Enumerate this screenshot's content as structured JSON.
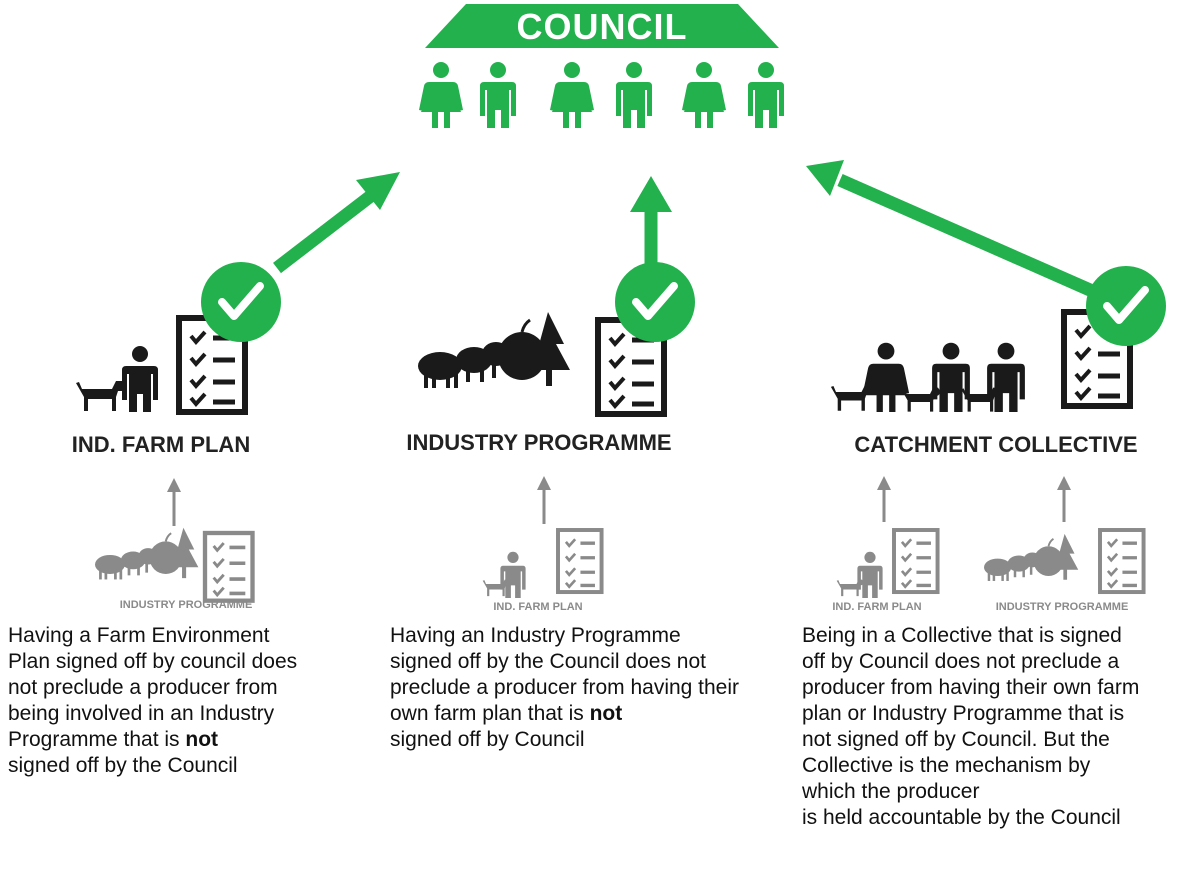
{
  "colors": {
    "green": "#22b14c",
    "dark": "#1a1a1a",
    "grey": "#8a8a8a"
  },
  "council": {
    "title": "COUNCIL",
    "icon": "people-group-icon"
  },
  "plans": [
    {
      "title": "IND. FARM PLAN",
      "sub_labels": [
        "INDUSTRY PROGRAMME"
      ]
    },
    {
      "title": "INDUSTRY PROGRAMME",
      "sub_labels": [
        "IND. FARM PLAN"
      ]
    },
    {
      "title": "CATCHMENT COLLECTIVE",
      "sub_labels": [
        "IND. FARM PLAN",
        "INDUSTRY PROGRAMME"
      ]
    }
  ],
  "descriptions": [
    {
      "a": "Having a Farm Environment Plan signed off by council does not preclude a producer from being involved in an Industry Programme that is ",
      "b": "not",
      "c": "signed off by the Council"
    },
    {
      "a": "Having an Industry Programme signed off by the Council does not preclude a producer from having their own farm plan that is ",
      "b": "not",
      "c": "signed off by Council"
    },
    {
      "l1": "Being in a Collective that is signed",
      "l2": "off by Council does not preclude a",
      "l3": "producer from having their own farm",
      "l4": "plan or Industry Programme that is",
      "l5": "not signed off by Council. But the",
      "l6": "Collective is the mechanism by",
      "l7": "which the producer",
      "l8": "is held accountable by the Council"
    }
  ]
}
